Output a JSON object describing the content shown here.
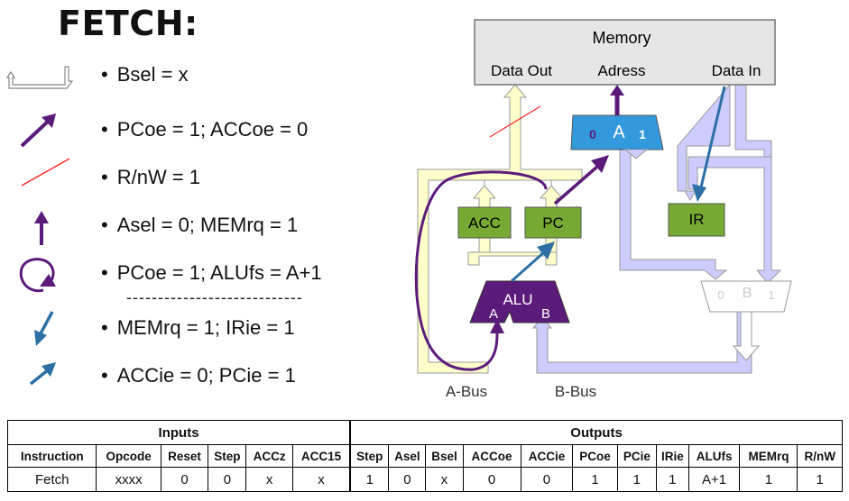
{
  "title": "FETCH:",
  "legend": [
    {
      "icon": "bsel-return-icon",
      "text": "Bsel = x"
    },
    {
      "icon": "purple-diagonal-arrow-icon",
      "text": "PCoe = 1; ACCoe = 0"
    },
    {
      "icon": "red-line-icon",
      "text": "R/nW = 1"
    },
    {
      "icon": "purple-up-arrow-icon",
      "text": "Asel = 0; MEMrq = 1"
    },
    {
      "icon": "purple-loop-arrow-icon",
      "text": "PCoe = 1; ALUfs = A+1"
    },
    {
      "icon": "blue-down-arrow-icon",
      "text": "MEMrq = 1; IRie = 1"
    },
    {
      "icon": "blue-up-arrow-icon",
      "text": "ACCie = 0; PCie = 1"
    }
  ],
  "separator": "----------------------------",
  "diagram": {
    "memory": "Memory",
    "data_out": "Data Out",
    "adress": "Adress",
    "data_in": "Data In",
    "mux_a_label": "A",
    "mux_a_in0": "0",
    "mux_a_in1": "1",
    "acc": "ACC",
    "pc": "PC",
    "ir": "IR",
    "alu": "ALU",
    "alu_a": "A",
    "alu_b": "B",
    "mux_b_label": "B",
    "mux_b_in0": "0",
    "mux_b_in1": "1",
    "a_bus": "A-Bus",
    "b_bus": "B-Bus",
    "colors": {
      "yellow_bus": "#ffffcc",
      "lavender_bus": "#ccccff",
      "green_reg": "#77aa33",
      "purple": "#5b1b7a",
      "blue": "#2e6fa6",
      "mux_a": "#3399dd",
      "red": "#ff0000"
    }
  },
  "table": {
    "inputs_label": "Inputs",
    "outputs_label": "Outputs",
    "headers": [
      "Instruction",
      "Opcode",
      "Reset",
      "Step",
      "ACCz",
      "ACC15",
      "Step",
      "Asel",
      "Bsel",
      "ACCoe",
      "ACCie",
      "PCoe",
      "PCie",
      "IRie",
      "ALUfs",
      "MEMrq",
      "R/nW"
    ],
    "row": [
      "Fetch",
      "xxxx",
      "0",
      "0",
      "x",
      "x",
      "1",
      "0",
      "x",
      "0",
      "0",
      "1",
      "1",
      "1",
      "A+1",
      "1",
      "1"
    ]
  }
}
